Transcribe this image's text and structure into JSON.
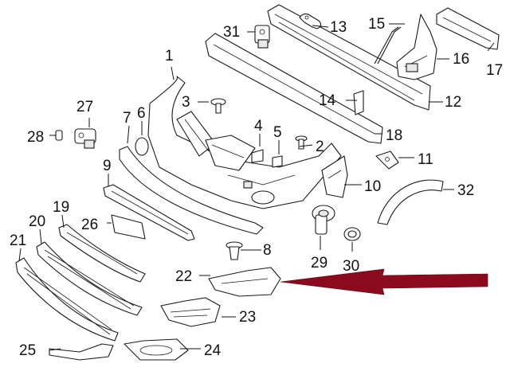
{
  "callouts": {
    "c1": "1",
    "c2": "2",
    "c3": "3",
    "c4": "4",
    "c5": "5",
    "c6": "6",
    "c7": "7",
    "c8": "8",
    "c9": "9",
    "c10": "10",
    "c11": "11",
    "c12": "12",
    "c13": "13",
    "c14": "14",
    "c15": "15",
    "c16": "16",
    "c17": "17",
    "c18": "18",
    "c19": "19",
    "c20": "20",
    "c21": "21",
    "c22": "22",
    "c23": "23",
    "c24": "24",
    "c25": "25",
    "c26": "26",
    "c27": "27",
    "c28": "28",
    "c29": "29",
    "c30": "30",
    "c31": "31",
    "c32": "32"
  },
  "highlight": {
    "arrow_color": "#8b0a1e"
  }
}
